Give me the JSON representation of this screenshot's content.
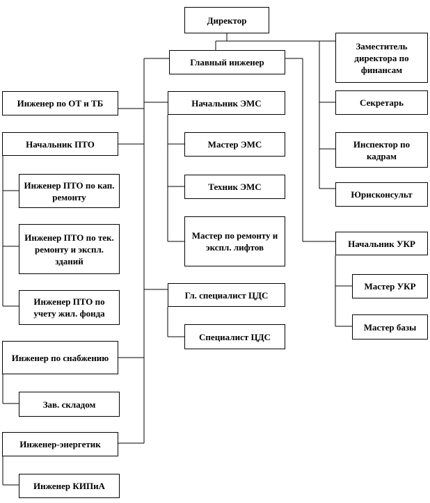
{
  "org_chart": {
    "director": "Директор",
    "deputy_finance": "Заместитель директора по финансам",
    "chief_engineer": "Главный инженер",
    "ot_tb_engineer": "Инженер по ОТ и ТБ",
    "pto_head": "Начальник ПТО",
    "pto_capital": "Инженер ПТО по кап. ремонту",
    "pto_current": "Инженер ПТО по тек. ремонту и экспл. зданий",
    "pto_housing": "Инженер ПТО по учету жил. фонда",
    "supply_engineer": "Инженер по снабжению",
    "warehouse_head": "Зав. складом",
    "power_engineer": "Инженер-энергетик",
    "kip_engineer": "Инженер КИПиА",
    "ems_head": "Начальник ЭМС",
    "ems_master": "Мастер ЭМС",
    "ems_technician": "Техник ЭМС",
    "lift_master": "Мастер по ремонту и экспл. лифтов",
    "cds_chief": "Гл. специалист ЦДС",
    "cds_specialist": "Специалист ЦДС",
    "secretary": "Секретарь",
    "hr_inspector": "Инспектор по кадрам",
    "lawyer": "Юрисконсульт",
    "ukr_head": "Начальник УКР",
    "ukr_master": "Мастер УКР",
    "base_master": "Мастер базы"
  }
}
